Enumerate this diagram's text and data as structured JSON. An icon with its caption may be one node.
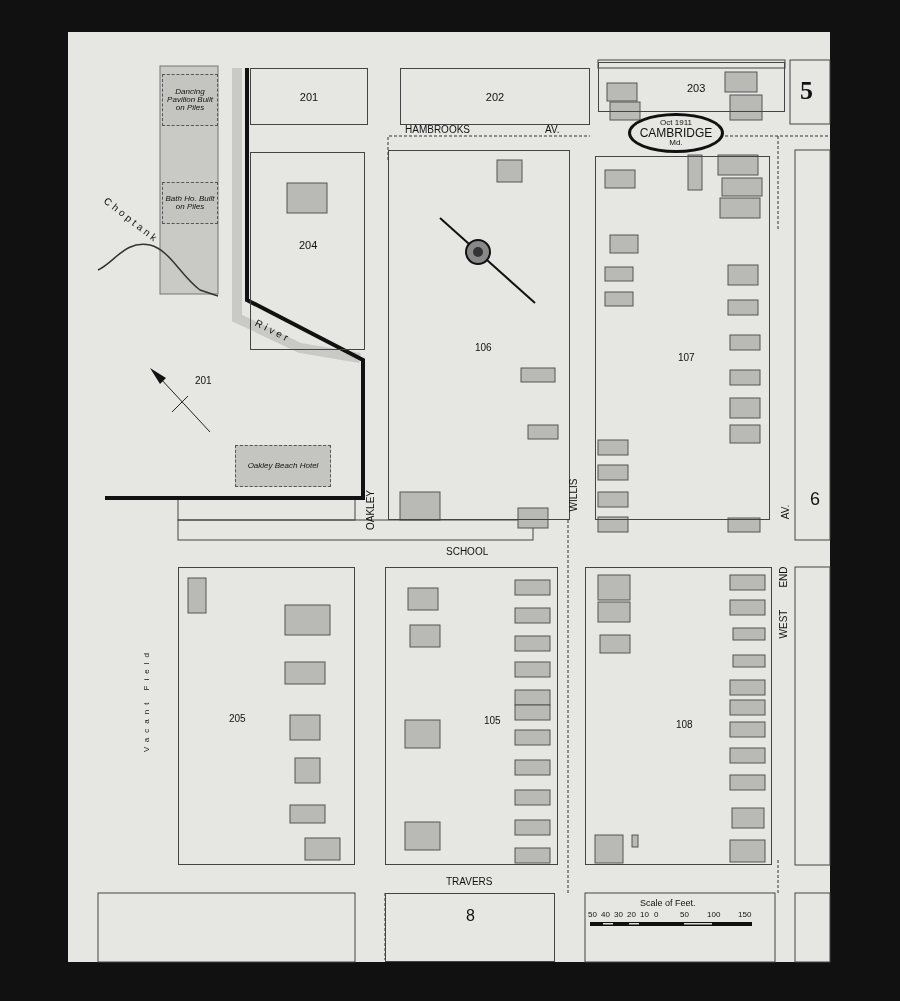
{
  "diagram": {
    "nodes": [
      {
        "text": [
          "201"
        ]
      },
      {
        "text": [
          "202"
        ]
      },
      {
        "text": [
          "203"
        ]
      },
      {
        "text": [
          "204"
        ]
      },
      {
        "text": [
          "201"
        ]
      },
      {
        "text": [
          "Oakley Beach Hotel"
        ],
        "in": 4
      },
      {
        "text": [
          "Dancing Pavilion Built on Piles"
        ]
      },
      {
        "text": [
          "Bath Ho. Built on Piles"
        ]
      },
      {
        "text": [
          "106"
        ]
      },
      {
        "text": [
          "107"
        ]
      },
      {
        "text": [
          "205"
        ]
      },
      {
        "text": [
          "105"
        ]
      },
      {
        "text": [
          "108"
        ]
      },
      {
        "text": [
          "8"
        ]
      },
      {
        "text": [
          "Oct 1911",
          "CAMBRIDGE",
          "Md."
        ]
      }
    ],
    "edges": [],
    "labels": [
      "5",
      "HAMBROOKS",
      "AV.",
      "Choptank",
      "River",
      "OAKLEY",
      "SCHOOL",
      "WILLIS",
      "6",
      "AV.",
      "END",
      "WEST",
      "Vacant Field",
      "TRAVERS",
      "Scale of Feet.",
      "50",
      "40",
      "30",
      "20",
      "10",
      "0",
      "50",
      "100",
      "150"
    ]
  }
}
